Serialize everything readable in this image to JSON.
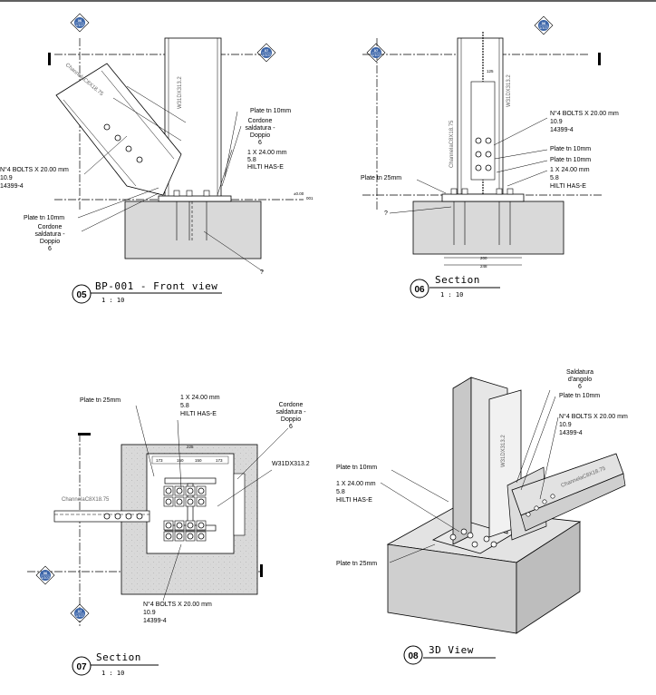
{
  "views": {
    "front": {
      "number": "05",
      "title": "BP-001 - Front view",
      "scale": "1 : 10",
      "labels": {
        "plate10_a": "Plate tn 10mm",
        "weld_a1": "Cordone",
        "weld_a2": "saldatura -",
        "weld_a3": "Doppio",
        "weld_a4": "6",
        "bolts_1": "N°4 BOLTS X 20.00 mm",
        "bolts_2": "10.9",
        "bolts_3": "14399-4",
        "plate10_b": "Plate tn 10mm",
        "weld_b1": "Cordone",
        "weld_b2": "saldatura -",
        "weld_b3": "Doppio",
        "weld_b4": "6",
        "anchor_1": "1 X 24.00 mm",
        "anchor_2": "5.8",
        "anchor_3": "HILTI HAS-E",
        "column": "W31DX313.2",
        "channel": "ChannelaC8X18.75",
        "question": "?",
        "level": "±0.00",
        "level_ref": "001"
      }
    },
    "section_06": {
      "number": "06",
      "title": "Section",
      "scale": "1 : 10",
      "labels": {
        "bolts_1": "N°4 BOLTS X 20.00 mm",
        "bolts_2": "10.9",
        "bolts_3": "14399-4",
        "plate10_a": "Plate tn 10mm",
        "plate10_b": "Plate tn 10mm",
        "anchor_1": "1 X 24.00 mm",
        "anchor_2": "5.8",
        "anchor_3": "HILTI HAS-E",
        "plate25": "Plate tn 25mm",
        "question": "?",
        "column": "W31DX313.2",
        "channel": "ChannelaC8X18.75",
        "dim_top": "125",
        "dim_bottom": "248",
        "dim_mid": "200"
      }
    },
    "section_07": {
      "number": "07",
      "title": "Section",
      "scale": "1 : 10",
      "labels": {
        "plate25": "Plate tn 25mm",
        "anchor_1": "1 X 24.00 mm",
        "anchor_2": "5.8",
        "anchor_3": "HILTI HAS-E",
        "weld_1": "Cordone",
        "weld_2": "saldatura -",
        "weld_3": "Doppio",
        "weld_4": "6",
        "column": "W31DX313.2",
        "channel": "ChannelaC8X18.75",
        "bolts_1": "N°4 BOLTS X 20.00 mm",
        "bolts_2": "10.9",
        "bolts_3": "14399-4",
        "dim_top": "225",
        "dims_row": [
          "173",
          "150",
          "150",
          "173"
        ]
      }
    },
    "view_3d": {
      "number": "08",
      "title": "3D View",
      "labels": {
        "weld_1": "Saldatura",
        "weld_2": "d'angolo",
        "weld_3": "6",
        "plate10_a": "Plate tn 10mm",
        "bolts_1": "N°4 BOLTS X 20.00 mm",
        "bolts_2": "10.9",
        "bolts_3": "14399-4",
        "plate10_b": "Plate tn 10mm",
        "anchor_1": "1 X 24.00 mm",
        "anchor_2": "5.8",
        "anchor_3": "HILTI HAS-E",
        "plate25": "Plate tn 25mm",
        "column": "W31DX313.2",
        "channel": "ChannelaC8X18.75"
      }
    }
  },
  "markers": {
    "top_label": "06",
    "bottom_label": "1/107",
    "side_label": "07",
    "side_bottom": "1/107"
  }
}
